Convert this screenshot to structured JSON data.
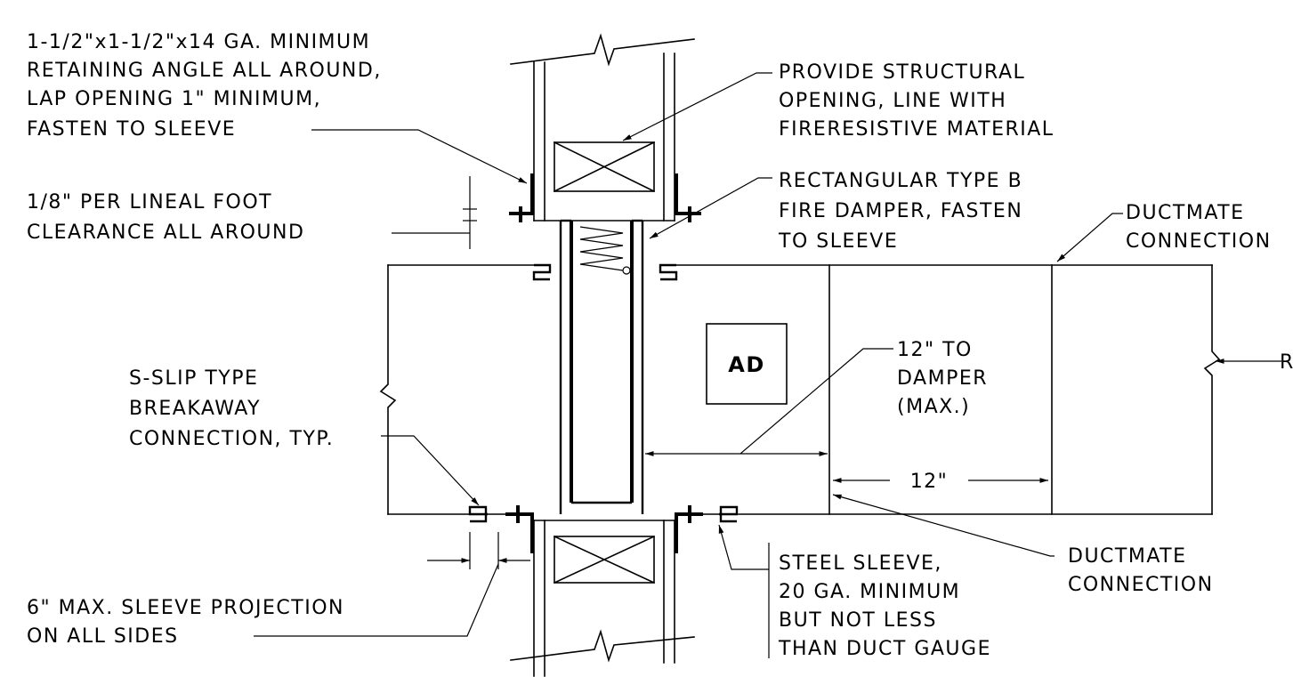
{
  "notes": {
    "retaining_angle": [
      "1-1/2\"x1-1/2\"x14 GA. MINIMUM",
      "RETAINING ANGLE ALL AROUND,",
      "LAP OPENING 1\" MINIMUM,",
      "FASTEN TO SLEEVE"
    ],
    "clearance": [
      "1/8\" PER LINEAL FOOT",
      "CLEARANCE ALL AROUND"
    ],
    "structural_opening": [
      "PROVIDE STRUCTURAL",
      "OPENING, LINE WITH",
      "FIRERESISTIVE MATERIAL"
    ],
    "fire_damper": [
      "RECTANGULAR TYPE B",
      "FIRE DAMPER, FASTEN",
      "TO SLEEVE"
    ],
    "ductmate_top": [
      "DUCTMATE",
      "CONNECTION"
    ],
    "s_slip": [
      "S-SLIP TYPE",
      "BREAKAWAY",
      "CONNECTION, TYP."
    ],
    "to_damper": [
      "12\" TO",
      "DAMPER",
      "(MAX.)"
    ],
    "sleeve_projection": [
      "6\" MAX. SLEEVE PROJECTION",
      "ON ALL SIDES"
    ],
    "steel_sleeve": [
      "STEEL SLEEVE,",
      "20 GA. MINIMUM",
      "BUT NOT LESS",
      "THAN DUCT GAUGE"
    ],
    "ductmate_bottom": [
      "DUCTMATE",
      "CONNECTION"
    ],
    "right_cutoff": "R"
  },
  "tags": {
    "access_door": "AD"
  },
  "dimensions": {
    "damper_to_connection": "12\""
  },
  "colors": {
    "line": "#000000",
    "background": "#ffffff"
  }
}
